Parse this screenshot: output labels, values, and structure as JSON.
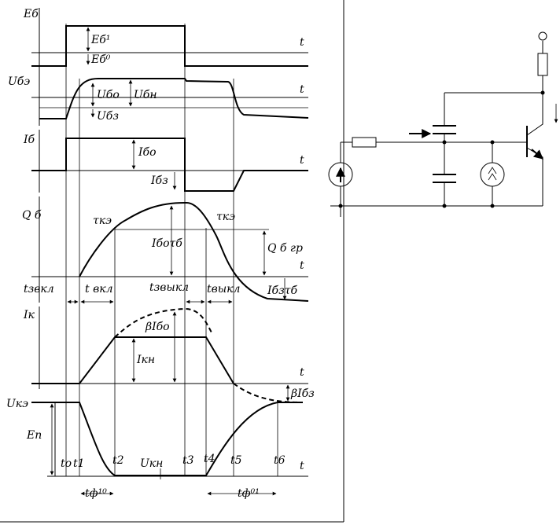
{
  "waveforms": {
    "eb": {
      "axis_label": "Eб",
      "t": "t",
      "level_high": "Eб¹",
      "level_low": "Eб⁰"
    },
    "ube": {
      "axis_label": "Uбэ",
      "t": "t",
      "u_bo": "Uбо",
      "u_bn": "Uбн",
      "u_bz": "Uбз"
    },
    "ib": {
      "axis_label": "Iб",
      "t": "t",
      "i_bo": "Iбо",
      "i_bz": "Iбз"
    },
    "qb": {
      "axis_label": "Q б",
      "t": "t",
      "tau_rise": "τкэ",
      "tau_fall": "τкэ",
      "charge": "Iбоτб",
      "q_gr": "Q б гр",
      "charge_neg": "Iбзτб"
    },
    "intervals": {
      "t_zvkl": "tзвкл",
      "t_vkl": "t вкл",
      "t_zvykl": "tзвыкл",
      "t_vykl": "tвыкл"
    },
    "ik": {
      "axis_label": "Iк",
      "t": "t",
      "beta_ibo": "βIбо",
      "i_kn": "Iкн",
      "beta_ibz": "βIбз"
    },
    "uke": {
      "axis_label": "Uкэ",
      "t": "t",
      "e_n": "Eп",
      "u_kn": "Uкн",
      "t0": "to",
      "t1": "t1",
      "t2": "t2",
      "t3": "t3",
      "t4": "t4",
      "t5": "t5",
      "t6": "t6",
      "tf10": "tф¹⁰",
      "tf01": "tф⁰¹"
    }
  }
}
